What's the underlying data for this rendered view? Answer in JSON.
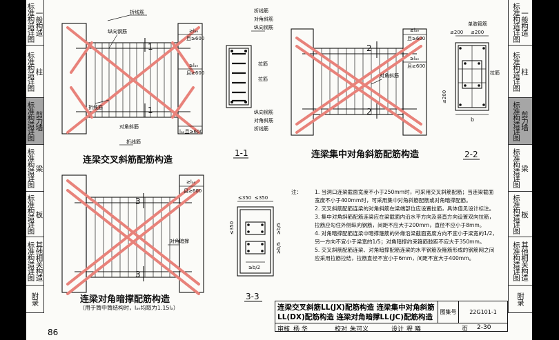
{
  "left_tabs": [
    {
      "label": "一般构造",
      "prefix": "标准构造详图"
    },
    {
      "label": "柱",
      "prefix": "标准构造详图"
    },
    {
      "label": "剪力墙",
      "prefix": "标准构造详图",
      "selected": true
    },
    {
      "label": "梁",
      "prefix": "标准构造详图"
    },
    {
      "label": "板",
      "prefix": "标准构造详图"
    },
    {
      "label": "其他相关构造",
      "prefix": "标准构造详图"
    },
    {
      "label": "附录",
      "prefix": ""
    }
  ],
  "right_tabs": [
    {
      "label": "一般构造",
      "prefix": "标准构造详图"
    },
    {
      "label": "柱",
      "prefix": "标准构造详图"
    },
    {
      "label": "剪力墙",
      "prefix": "标准构造详图",
      "selected": true
    },
    {
      "label": "梁",
      "prefix": "标准构造详图"
    },
    {
      "label": "板",
      "prefix": "标准构造详图"
    },
    {
      "label": "其他相关构造",
      "prefix": "标准构造详图"
    },
    {
      "label": "附录",
      "prefix": ""
    }
  ],
  "page_number": "86",
  "diagrams": {
    "d1": {
      "title": "连梁交叉斜筋配筋构造",
      "labels": {
        "bent_bar_top": "折线筋",
        "longitudinal": "纵向钢筋",
        "la1": "≥lₐₑ",
        "la1b": "且≥600",
        "la2": "≥lₐₑ",
        "la2b": "且≥600",
        "bent_bar_mid": "折线筋",
        "diag_bar": "对角斜筋",
        "la3": "lₐₑ且≥600",
        "bent_bar_bot": "折线筋",
        "sec_mark": "1"
      }
    },
    "s11": {
      "title": "1-1",
      "labels": {
        "l1": "折线筋",
        "l2": "对角斜筋",
        "l3": "纵向钢筋",
        "l4": "拉筋",
        "l5": "拉筋",
        "l6": "纵向钢筋",
        "l7": "对角斜筋",
        "l8": "折线筋"
      }
    },
    "d2": {
      "title": "连梁集中对角斜筋配筋构造",
      "labels": {
        "la1": "≥lₐₑ",
        "la1b": "且≥600",
        "la2": "≥lₐₑ",
        "la2b": "且≥600",
        "diag": "对角斜筋",
        "sec_mark": "2"
      }
    },
    "s22": {
      "title": "2-2",
      "labels": {
        "top": "单肢箍筋",
        "d1": "≤200",
        "d2": "≤200",
        "side": "≤200",
        "tie": "拉筋",
        "b": "b"
      }
    },
    "d3": {
      "title": "连梁对角暗撑配筋构造",
      "caption": "（用于筒中筒结构时，lₐₑ均取为1.15lₐ）",
      "labels": {
        "la": "≥lₐₑ",
        "lab": "且≥600",
        "brace": "对角暗撑",
        "sec_mark": "3"
      }
    },
    "s33": {
      "title": "3-3",
      "labels": {
        "d1": "≤350",
        "d2": "≤350",
        "side": "≤350",
        "b2": "≥b/2",
        "b5a": "≥b/5",
        "b5b": "≥b/5"
      }
    }
  },
  "notes": {
    "label": "注：",
    "items": [
      "1. 当洞口连梁截面宽度不小于250mm时，可采用交叉斜筋配筋；当连梁截面宽度不小于400mm时，可采用集中对角斜筋配筋或对角暗撑配筋。",
      "2. 交叉斜筋配筋连梁的对角斜筋在梁端部位应设置拉筋，具体值见设计标注。",
      "3. 集中对角斜筋配筋连梁应在梁截面内沿水平方向及竖直方向设置双向拉筋，拉筋应勾住外侧纵向钢筋，间距不应大于200mm，直径不应小于8mm。",
      "4. 对角暗撑配筋连梁中暗撑箍筋的外缘沿梁截面宽度方向不宜小于梁宽的1/2，另一方向不宜小于梁宽的1/5；对角暗撑约束箍筋肢距不应大于350mm。",
      "5. 交叉斜筋配筋连梁、对角暗撑配筋连梁的水平钢筋及箍筋形成的钢筋网之间应采用拉筋拉结，拉筋直径不宜小于6mm，间距不宜大于400mm。"
    ]
  },
  "title_block": {
    "title_line1": "连梁交叉斜筋LL(JX)配筋构造  连梁集中对角斜筋",
    "title_line2": "LL(DX)配筋构造  连梁对角暗撑LL(JC)配筋构造",
    "atlas_label": "图集号",
    "atlas_no": "22G101-1",
    "review_label": "审核",
    "reviewer": "杨 华",
    "check_label": "校对",
    "checker": "朱可义",
    "design_label": "设计",
    "designer": "程 曦",
    "page_label": "页",
    "page_no": "2-30"
  }
}
